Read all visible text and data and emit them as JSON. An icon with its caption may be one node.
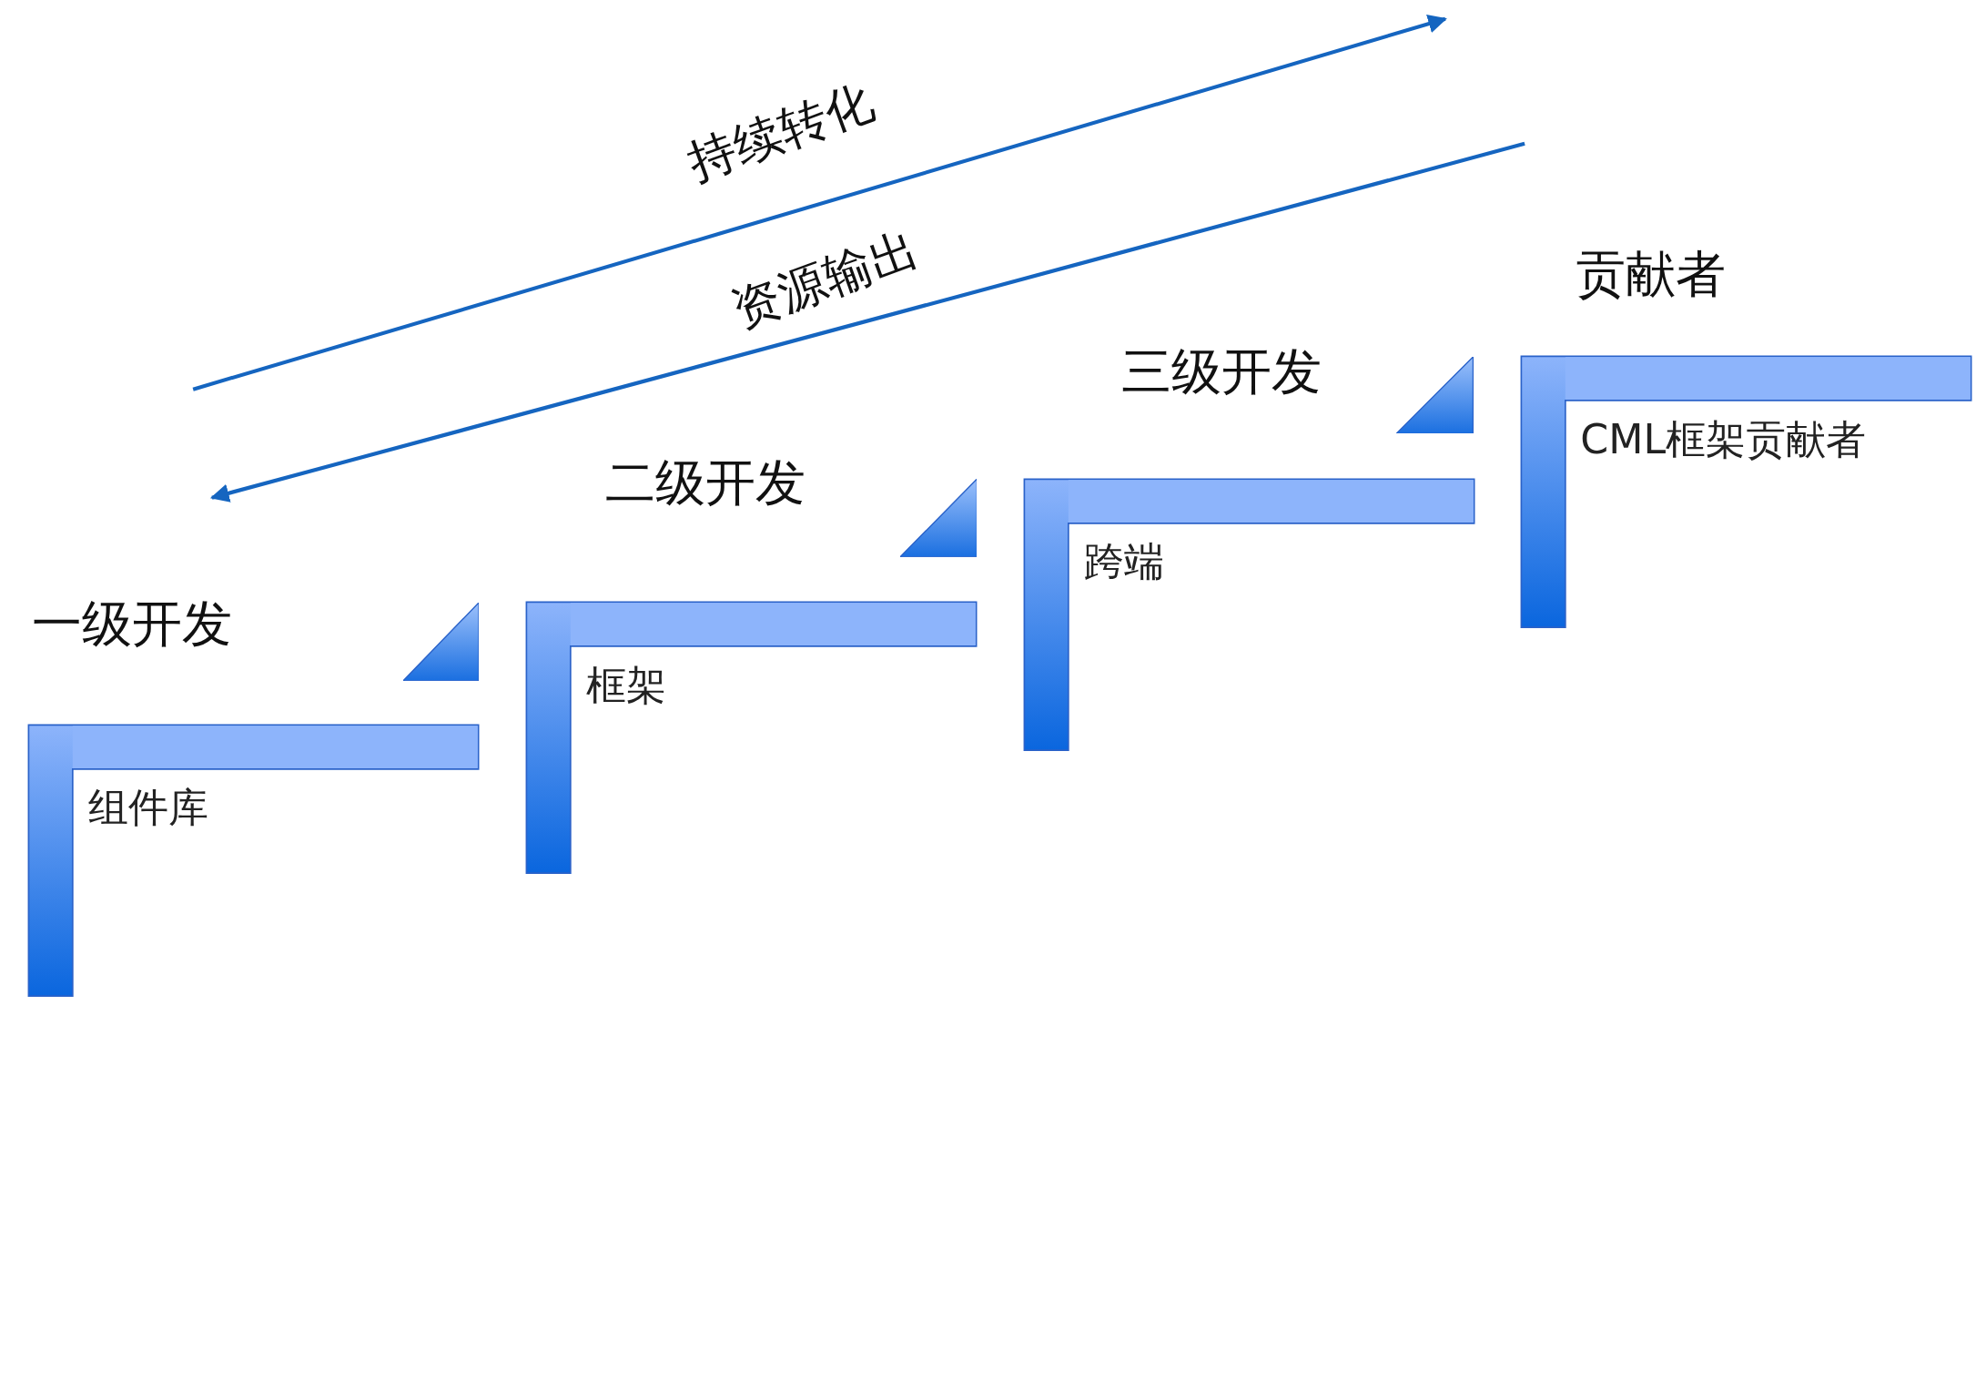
{
  "diagram": {
    "nodes": [
      {
        "text": [
          "一级开发",
          "组件库"
        ]
      },
      {
        "text": [],
        "shape": "triangle"
      },
      {
        "text": [
          "二级开发",
          "框架"
        ]
      },
      {
        "text": [],
        "shape": "triangle"
      },
      {
        "text": [
          "三级开发",
          "跨端"
        ]
      },
      {
        "text": [],
        "shape": "triangle"
      },
      {
        "text": [
          "贡献者",
          "CML框架贡献者"
        ]
      }
    ],
    "labels": [
      "持续转化",
      "资源输出"
    ]
  }
}
